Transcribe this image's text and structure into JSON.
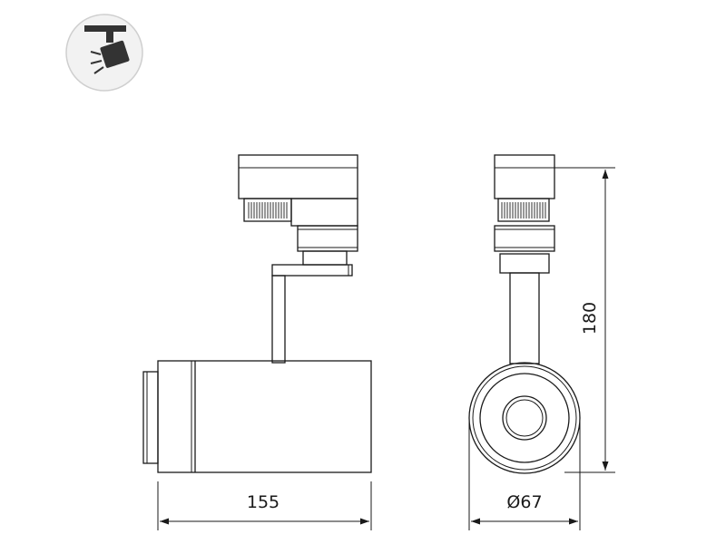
{
  "colors": {
    "line": "#1a1a1a",
    "icon_bg": "#f2f2f2",
    "icon_stroke": "#cfcfcf",
    "icon_dark": "#333333"
  },
  "icons": {
    "badge": "track-spotlight-icon"
  },
  "dimensions": {
    "length": "155",
    "diameter": "Ø67",
    "height": "180"
  }
}
